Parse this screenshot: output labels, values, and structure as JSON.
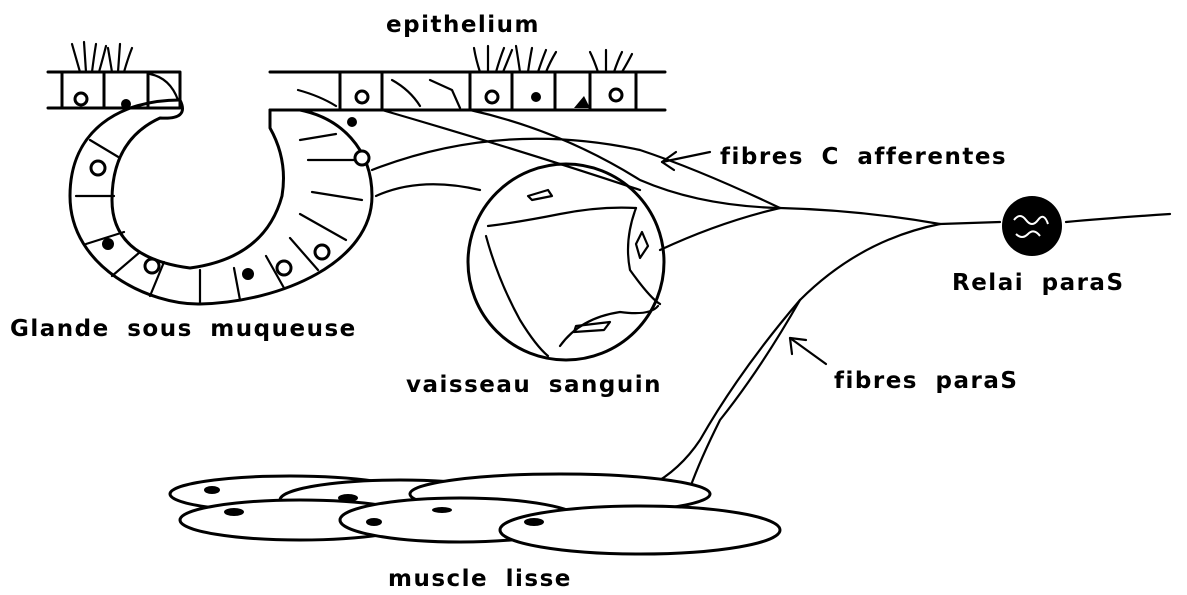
{
  "labels": {
    "epithelium": "epithelium",
    "fibres_c": "fibres C afferentes",
    "relai": "Relai paraS",
    "glande": "Glande sous muqueuse",
    "vaisseau": "vaisseau sanguin",
    "fibres_paras": "fibres paraS",
    "muscle": "muscle lisse"
  },
  "colors": {
    "ink": "#000000",
    "paper": "#ffffff"
  }
}
